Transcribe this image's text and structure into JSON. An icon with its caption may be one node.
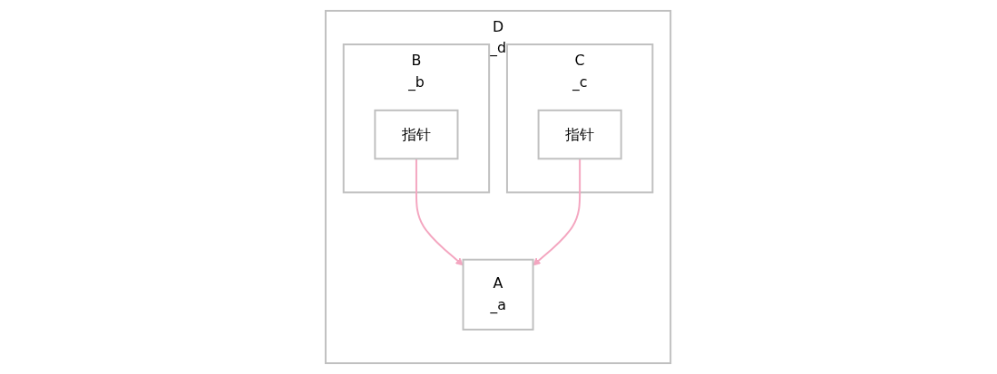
{
  "diagram": {
    "nodes": [
      {
        "text": [
          "D",
          "_d"
        ]
      },
      {
        "text": [
          "B",
          "_b"
        ],
        "in": 0
      },
      {
        "text": [
          "指针"
        ],
        "in": 1
      },
      {
        "text": [
          "C",
          "_c"
        ],
        "in": 0
      },
      {
        "text": [
          "指针"
        ],
        "in": 3
      },
      {
        "text": [
          "A",
          "_a"
        ],
        "in": 0
      }
    ],
    "edges": [
      {
        "from": 2,
        "to": 5,
        "arrow": "to"
      },
      {
        "from": 4,
        "to": 5,
        "arrow": "to"
      }
    ]
  }
}
